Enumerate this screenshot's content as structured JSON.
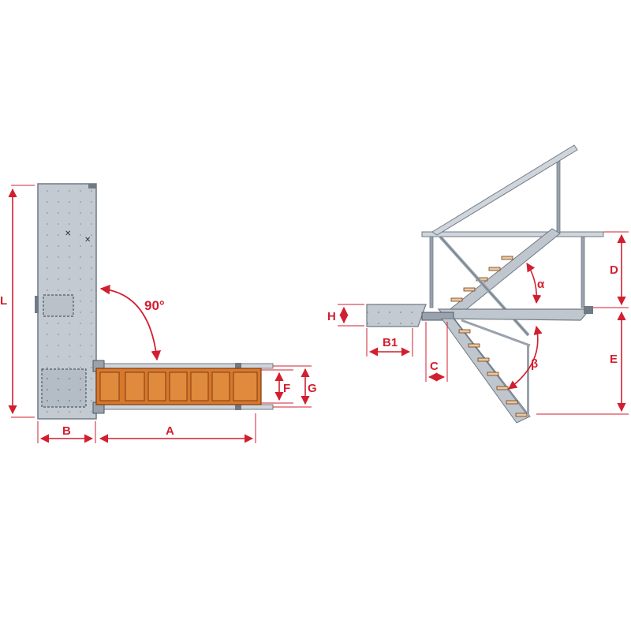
{
  "colors": {
    "dimension": "#d21f2f",
    "metal_fill": "#bfc6cd",
    "metal_stroke": "#6f7a85",
    "tread_fill": "#d9772b",
    "tread_stroke": "#7a3e10",
    "rail": "#9aa3ad"
  },
  "labels": {
    "L": "L",
    "B": "B",
    "A": "A",
    "F": "F",
    "G": "G",
    "angle_90": "90°",
    "H": "H",
    "B1": "B1",
    "C": "C",
    "D": "D",
    "E": "E",
    "alpha": "α",
    "beta": "β"
  }
}
